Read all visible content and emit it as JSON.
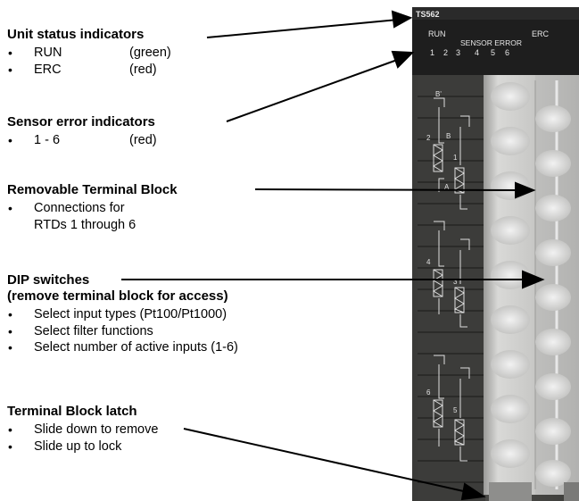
{
  "module": {
    "model": "TS562",
    "indicators": {
      "run": "RUN",
      "erc": "ERC",
      "sensor_error": "SENSOR ERROR",
      "numbers": [
        "1",
        "2",
        "3",
        "4",
        "5",
        "6"
      ]
    },
    "schematic": {
      "top_label": "B'",
      "b_label": "B",
      "a_label": "A",
      "rtd_numbers": [
        "1",
        "2",
        "3",
        "4",
        "5",
        "6"
      ]
    }
  },
  "annotations": {
    "unit_status": {
      "title": "Unit status indicators",
      "items": [
        {
          "name": "RUN",
          "color": "(green)"
        },
        {
          "name": "ERC",
          "color": "(red)"
        }
      ]
    },
    "sensor_error": {
      "title": "Sensor error indicators",
      "items": [
        {
          "name": "1 - 6",
          "color": "(red)"
        }
      ]
    },
    "terminal_block": {
      "title": "Removable Terminal Block",
      "items": [
        {
          "line1": "Connections for",
          "line2": "RTDs 1 through 6"
        }
      ]
    },
    "dip_switches": {
      "title": "DIP switches",
      "subtitle": "(remove terminal block for access)",
      "items": [
        "Select input types (Pt100/Pt1000)",
        "Select filter functions",
        "Select number of active inputs (1-6)"
      ]
    },
    "latch": {
      "title": "Terminal Block latch",
      "items": [
        "Slide down to remove",
        "Slide up to lock"
      ]
    }
  }
}
